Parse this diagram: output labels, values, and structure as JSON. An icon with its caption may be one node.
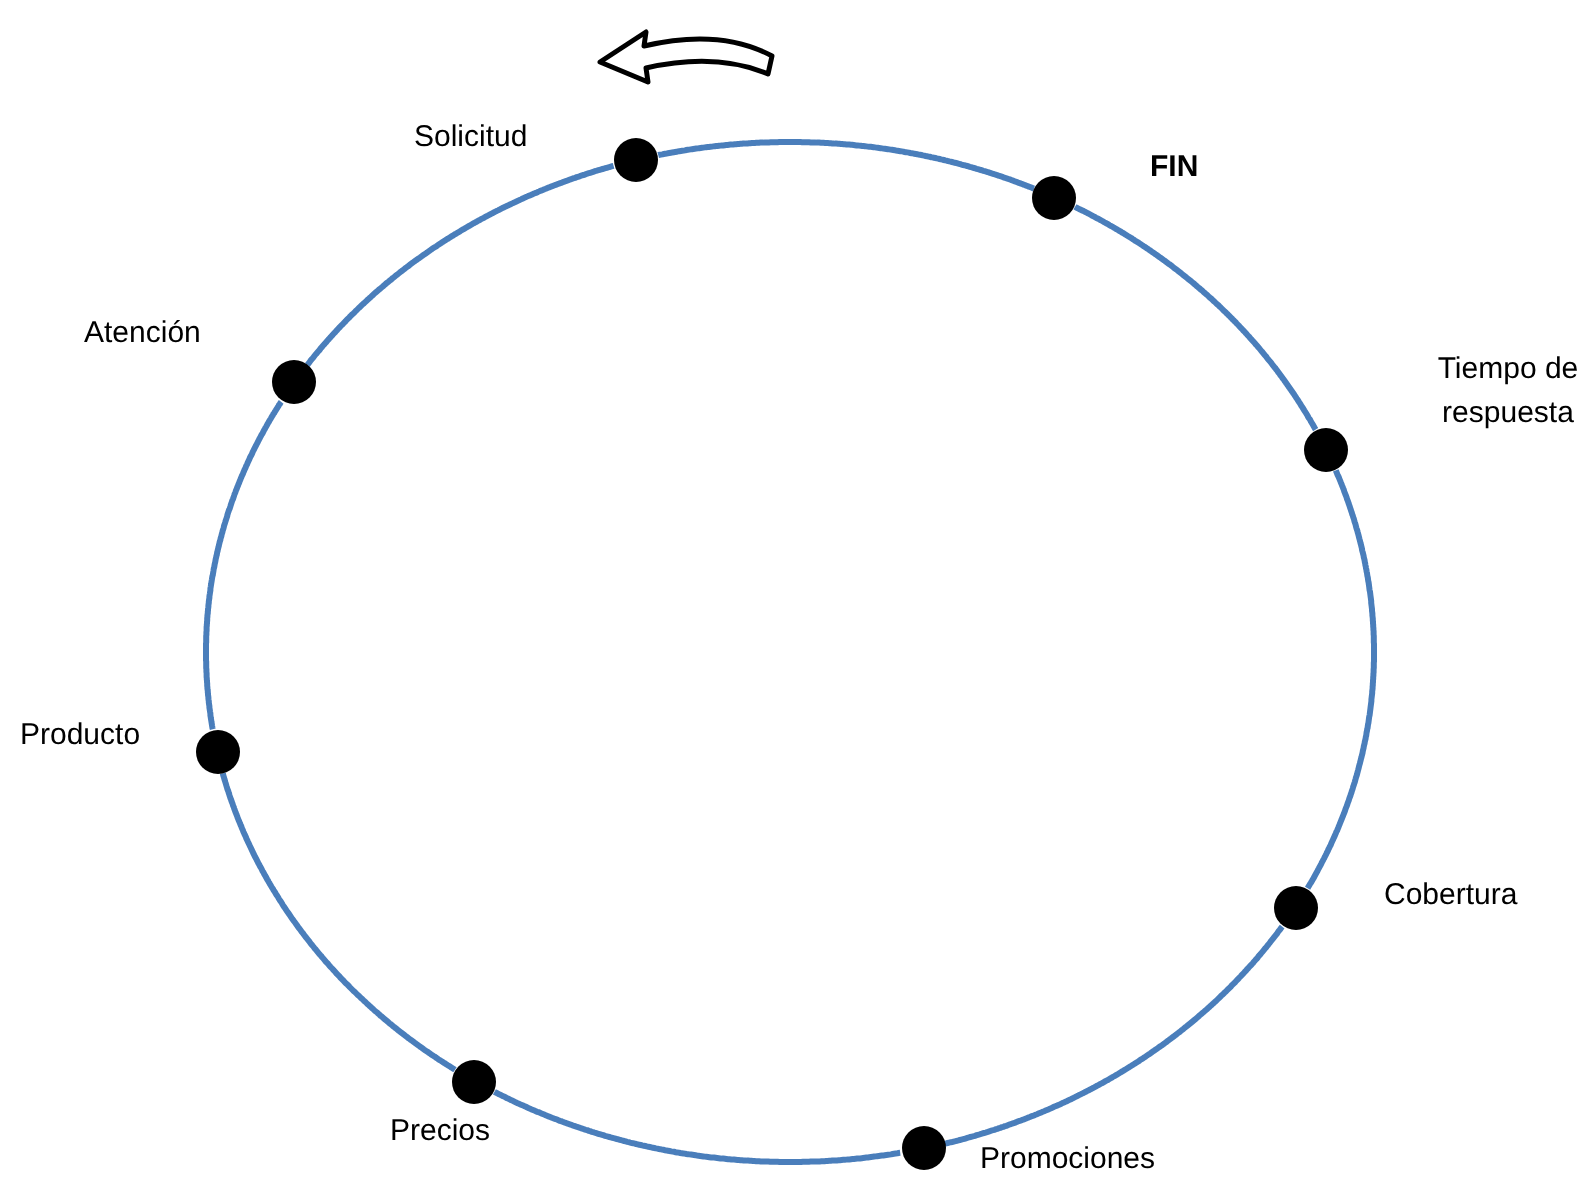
{
  "diagram": {
    "nodes": [
      {
        "text": [
          "Solicitud"
        ]
      },
      {
        "text": [
          "Atención"
        ]
      },
      {
        "text": [
          "Producto"
        ]
      },
      {
        "text": [
          "Precios"
        ]
      },
      {
        "text": [
          "Promociones"
        ]
      },
      {
        "text": [
          "Cobertura"
        ]
      },
      {
        "text": [
          "Tiempo de respuesta"
        ]
      },
      {
        "text": [
          "FIN"
        ]
      }
    ],
    "edges": [
      {
        "from": 0,
        "to": 1,
        "arrow": "none"
      },
      {
        "from": 1,
        "to": 2,
        "arrow": "none"
      },
      {
        "from": 2,
        "to": 3,
        "arrow": "none"
      },
      {
        "from": 3,
        "to": 4,
        "arrow": "none"
      },
      {
        "from": 4,
        "to": 5,
        "arrow": "none"
      },
      {
        "from": 5,
        "to": 6,
        "arrow": "none"
      },
      {
        "from": 6,
        "to": 7,
        "arrow": "none"
      },
      {
        "from": 7,
        "to": 0,
        "arrow": "none"
      }
    ]
  }
}
